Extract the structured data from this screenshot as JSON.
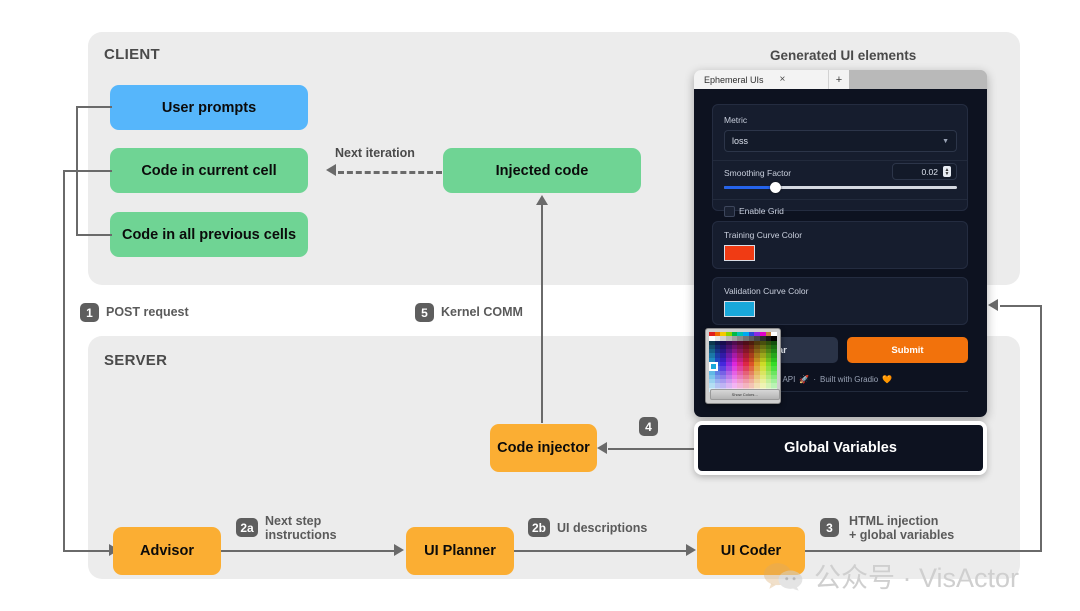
{
  "diagram": {
    "client_panel": {
      "title": "CLIENT"
    },
    "server_panel": {
      "title": "SERVER"
    },
    "caption_generated_ui": "Generated UI elements",
    "nodes": {
      "user_prompts": "User prompts",
      "code_current_cell": "Code in current cell",
      "code_previous_cells": "Code in all previous cells",
      "injected_code": "Injected code",
      "code_injector": "Code injector",
      "advisor": "Advisor",
      "ui_planner": "UI Planner",
      "ui_coder": "UI Coder",
      "global_variables": "Global Variables"
    },
    "edges": [
      {
        "badge": "1",
        "label": "POST request"
      },
      {
        "badge": "5",
        "label": "Kernel COMM"
      },
      {
        "badge": "4",
        "label": ""
      },
      {
        "badge": "2a",
        "label": "Next step\ninstructions"
      },
      {
        "badge": "2b",
        "label": "UI descriptions"
      },
      {
        "badge": "3",
        "label": "HTML injection\n+ global variables"
      }
    ],
    "next_iteration_label": "Next iteration",
    "colors": {
      "blue": "#56b6fb",
      "green": "#6fd494",
      "orange": "#fbae33",
      "badge_gray": "#5e5e5e",
      "panel_gray": "#ececec",
      "connector": "#6a6a6a"
    }
  },
  "browser": {
    "tab_title": "Ephemeral UIs",
    "close_glyph": "×",
    "plus_glyph": "+"
  },
  "gradio_app": {
    "metric": {
      "label": "Metric",
      "value": "loss"
    },
    "smoothing": {
      "label": "Smoothing Factor",
      "value": "0.02",
      "fill_percent": 22
    },
    "enable_grid": {
      "label": "Enable Grid",
      "checked": false
    },
    "training_color": {
      "label": "Training Curve Color",
      "swatch": "#f03b14"
    },
    "validation_color": {
      "label": "Validation Curve Color",
      "swatch": "#19a8da"
    },
    "buttons": {
      "clear": "Clear",
      "submit": "Submit"
    },
    "footer": {
      "api": "Use via API",
      "api_icon": "🚀",
      "sep": "·",
      "built": "Built with Gradio",
      "built_icon": "🧡"
    }
  },
  "color_picker": {
    "show_colors_label": "Show Colors…"
  },
  "watermark": {
    "text": "公众号 · VisActor"
  }
}
